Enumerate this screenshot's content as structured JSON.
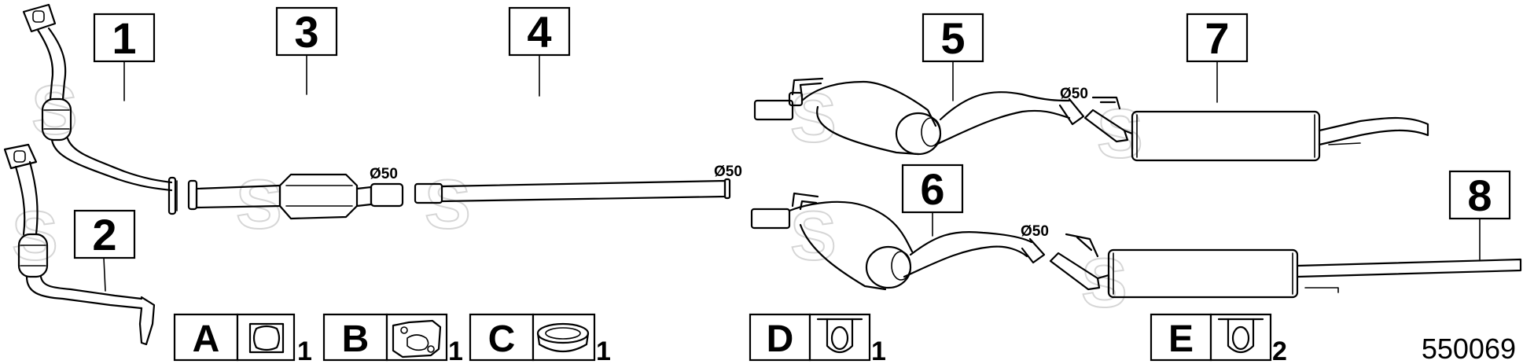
{
  "diagram_code": "550069",
  "watermark": "S",
  "callouts": [
    {
      "id": "callout-1",
      "label": "1"
    },
    {
      "id": "callout-2",
      "label": "2"
    },
    {
      "id": "callout-3",
      "label": "3"
    },
    {
      "id": "callout-4",
      "label": "4"
    },
    {
      "id": "callout-5",
      "label": "5"
    },
    {
      "id": "callout-6",
      "label": "6"
    },
    {
      "id": "callout-7",
      "label": "7"
    },
    {
      "id": "callout-8",
      "label": "8"
    }
  ],
  "diameter_labels": {
    "cat_outlet": "Ø50",
    "pipe_end": "Ø50",
    "muffler5_outlet": "Ø50",
    "muffler6_outlet": "Ø50"
  },
  "accessories": [
    {
      "letter": "A",
      "icon": "square-gasket-icon",
      "qty": "1"
    },
    {
      "letter": "B",
      "icon": "flange-gasket-icon",
      "qty": "1"
    },
    {
      "letter": "C",
      "icon": "sealing-ring-icon",
      "qty": "1"
    },
    {
      "letter": "D",
      "icon": "rubber-hanger-icon",
      "qty": "1"
    },
    {
      "letter": "E",
      "icon": "rubber-hanger-icon",
      "qty": "2"
    }
  ]
}
